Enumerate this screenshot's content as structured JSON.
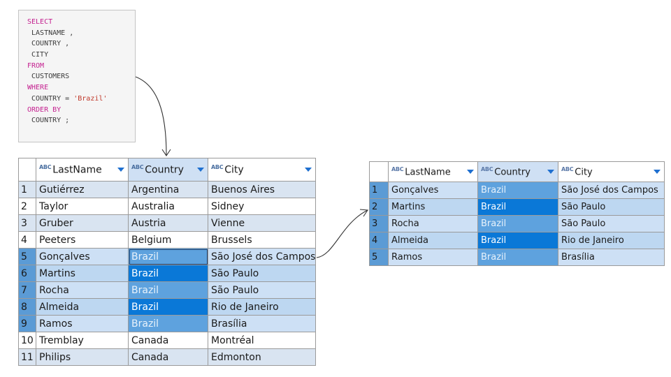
{
  "sql": {
    "lines": [
      {
        "parts": [
          {
            "t": "SELECT",
            "c": "kw"
          }
        ]
      },
      {
        "parts": [
          {
            "t": " LASTNAME ,",
            "c": "id"
          }
        ]
      },
      {
        "parts": [
          {
            "t": " COUNTRY ,",
            "c": "id"
          }
        ]
      },
      {
        "parts": [
          {
            "t": " CITY",
            "c": "id"
          }
        ]
      },
      {
        "parts": [
          {
            "t": "FROM",
            "c": "kw"
          }
        ]
      },
      {
        "parts": [
          {
            "t": " CUSTOMERS",
            "c": "id"
          }
        ]
      },
      {
        "parts": [
          {
            "t": "WHERE",
            "c": "kw"
          }
        ]
      },
      {
        "parts": [
          {
            "t": " COUNTRY = ",
            "c": "id"
          },
          {
            "t": "'Brazil'",
            "c": "str"
          }
        ]
      },
      {
        "parts": [
          {
            "t": "ORDER BY",
            "c": "kw"
          }
        ]
      },
      {
        "parts": [
          {
            "t": " COUNTRY ;",
            "c": "id"
          }
        ]
      }
    ]
  },
  "source_grid": {
    "type_badge": "ABC",
    "columns": [
      "LastName",
      "Country",
      "City"
    ],
    "rows": [
      {
        "n": "1",
        "last": "Gutiérrez",
        "country": "Argentina",
        "city": "Buenos Aires",
        "style": "light"
      },
      {
        "n": "2",
        "last": "Taylor",
        "country": "Australia",
        "city": "Sidney",
        "style": "plain"
      },
      {
        "n": "3",
        "last": "Gruber",
        "country": "Austria",
        "city": "Vienne",
        "style": "light"
      },
      {
        "n": "4",
        "last": "Peeters",
        "country": "Belgium",
        "city": "Brussels",
        "style": "plain"
      },
      {
        "n": "5",
        "last": "Gonçalves",
        "country": "Brazil",
        "city": "São José dos Campos",
        "style": "sel-a",
        "cty": "light",
        "focus": true
      },
      {
        "n": "6",
        "last": "Martins",
        "country": "Brazil",
        "city": "São Paulo",
        "style": "sel-b",
        "cty": "dark"
      },
      {
        "n": "7",
        "last": "Rocha",
        "country": "Brazil",
        "city": "São Paulo",
        "style": "sel-a",
        "cty": "light"
      },
      {
        "n": "8",
        "last": "Almeida",
        "country": "Brazil",
        "city": "Rio de Janeiro",
        "style": "sel-b",
        "cty": "dark"
      },
      {
        "n": "9",
        "last": "Ramos",
        "country": "Brazil",
        "city": "Brasília",
        "style": "sel-a",
        "cty": "light"
      },
      {
        "n": "10",
        "last": "Tremblay",
        "country": "Canada",
        "city": "Montréal",
        "style": "plain"
      },
      {
        "n": "11",
        "last": "Philips",
        "country": "Canada",
        "city": "Edmonton",
        "style": "light"
      }
    ]
  },
  "result_grid": {
    "type_badge": "ABC",
    "columns": [
      "LastName",
      "Country",
      "City"
    ],
    "rows": [
      {
        "n": "1",
        "last": "Gonçalves",
        "country": "Brazil",
        "city": "São José dos Campos",
        "style": "sel-a",
        "cty": "light"
      },
      {
        "n": "2",
        "last": "Martins",
        "country": "Brazil",
        "city": "São Paulo",
        "style": "sel-b",
        "cty": "dark"
      },
      {
        "n": "3",
        "last": "Rocha",
        "country": "Brazil",
        "city": "São Paulo",
        "style": "sel-a",
        "cty": "light"
      },
      {
        "n": "4",
        "last": "Almeida",
        "country": "Brazil",
        "city": "Rio de Janeiro",
        "style": "sel-b",
        "cty": "dark"
      },
      {
        "n": "5",
        "last": "Ramos",
        "country": "Brazil",
        "city": "Brasília",
        "style": "sel-a",
        "cty": "light"
      }
    ]
  },
  "colors": {
    "keyword": "#c41f8f",
    "string": "#c0392b",
    "selection_dark": "#0a78d7",
    "selection_light": "#5ea2de",
    "row_light": "#d9e4f1"
  },
  "icons": [
    "abc-type-icon",
    "sort-triangle-icon",
    "connector-arrow-icon"
  ]
}
